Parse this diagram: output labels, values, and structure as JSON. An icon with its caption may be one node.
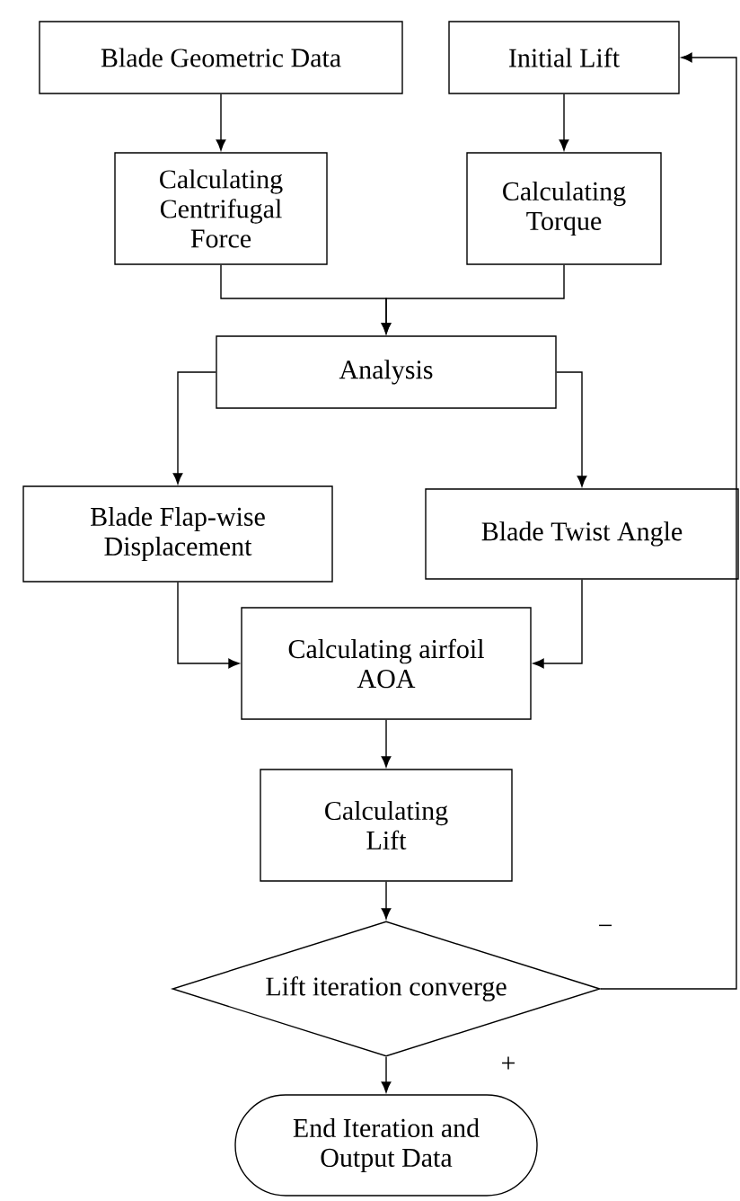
{
  "diagram": {
    "nodes": [
      {
        "text": [
          "Blade Geometric Data"
        ]
      },
      {
        "text": [
          "Initial Lift"
        ]
      },
      {
        "text": [
          "Calculating Centrifugal Force"
        ]
      },
      {
        "text": [
          "Calculating Torque"
        ]
      },
      {
        "text": [
          "Analysis"
        ]
      },
      {
        "text": [
          "Blade Flap-wise Displacement"
        ]
      },
      {
        "text": [
          "Blade Twist Angle"
        ]
      },
      {
        "text": [
          "Calculating airfoil AOA"
        ]
      },
      {
        "text": [
          "Calculating Lift"
        ]
      },
      {
        "text": [
          "Lift iteration converge"
        ]
      },
      {
        "text": [
          "End Iteration and Output Data"
        ]
      }
    ],
    "edges": [
      {
        "from": 0,
        "to": 2,
        "arrow": "to"
      },
      {
        "from": 1,
        "to": 3,
        "arrow": "to"
      },
      {
        "from": 2,
        "to": 4,
        "arrow": "to"
      },
      {
        "from": 3,
        "to": 4,
        "arrow": "to"
      },
      {
        "from": 4,
        "to": 5,
        "arrow": "to"
      },
      {
        "from": 4,
        "to": 6,
        "arrow": "to"
      },
      {
        "from": 5,
        "to": 7,
        "arrow": "to"
      },
      {
        "from": 6,
        "to": 7,
        "arrow": "to"
      },
      {
        "from": 7,
        "to": 8,
        "arrow": "to"
      },
      {
        "from": 8,
        "to": 9,
        "arrow": "to"
      },
      {
        "from": 9,
        "to": 10,
        "arrow": "to",
        "label": "+"
      },
      {
        "from": 9,
        "to": 1,
        "arrow": "to",
        "label": "−"
      }
    ]
  }
}
